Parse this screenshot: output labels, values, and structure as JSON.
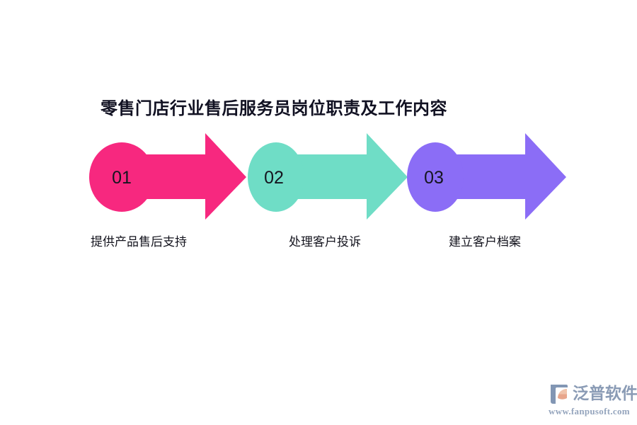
{
  "page": {
    "title": "零售门店行业售后服务员岗位职责及工作内容",
    "background_color": "#ffffff"
  },
  "process": {
    "orientation": "horizontal-left-to-right",
    "steps": [
      {
        "number": "01",
        "caption": "提供产品售后支持",
        "color": "#F7287F",
        "shape": "ellipse-with-right-arrow"
      },
      {
        "number": "02",
        "caption": "处理客户投诉",
        "color": "#6FDDC6",
        "shape": "ellipse-with-right-arrow"
      },
      {
        "number": "03",
        "caption": "建立客户档案",
        "color": "#8B6DF6",
        "shape": "ellipse-with-right-arrow"
      }
    ]
  },
  "watermark": {
    "brand": "泛普软件",
    "url": "www.fanpusoft.com",
    "text_color": "#8a9bb5",
    "mark_colors": {
      "blue": "#8296b4",
      "salmon": "#e8a68c"
    }
  }
}
